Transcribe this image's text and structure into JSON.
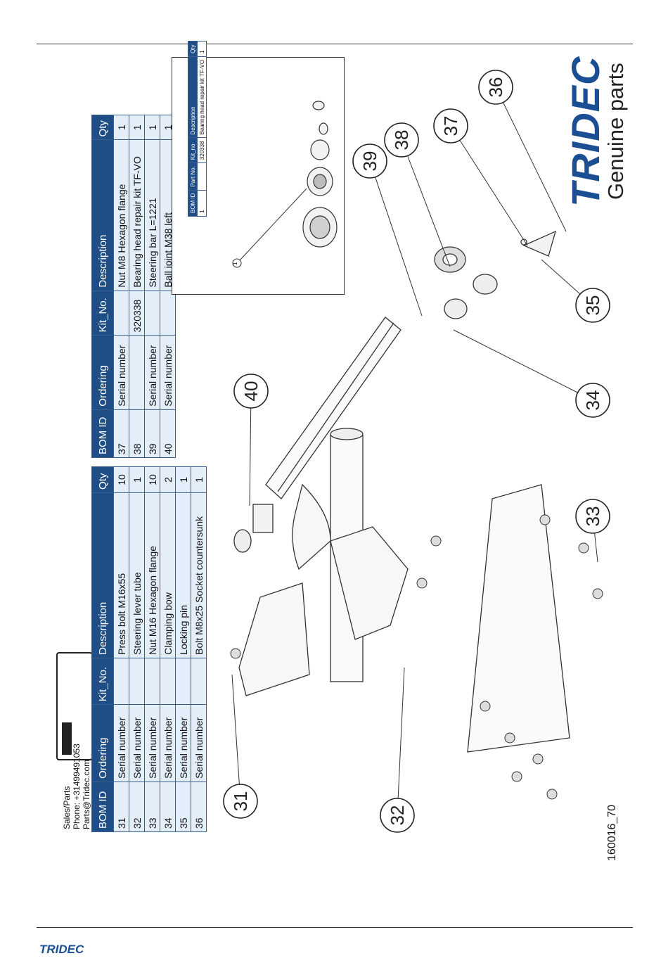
{
  "contact": {
    "line1": "Sales/Parts",
    "line2": "Phone: +31499491053",
    "line3": "Parts@Tridec.com"
  },
  "brand": {
    "logo": "TRIDEC",
    "tagline": "Genuine parts",
    "footer_logo": "TRIDEC",
    "color": "#1a4f93"
  },
  "figure_code": "160016_70",
  "table_left": {
    "headers": [
      "BOM ID",
      "Ordering",
      "Kit_No.",
      "Description",
      "Qty"
    ],
    "rows": [
      [
        "31",
        "Serial number",
        "",
        "Press bolt M16x55",
        "10"
      ],
      [
        "32",
        "Serial number",
        "",
        "Steering lever tube",
        "1"
      ],
      [
        "33",
        "Serial number",
        "",
        "Nut M16 Hexagon flange",
        "10"
      ],
      [
        "34",
        "Serial number",
        "",
        "Clamping bow",
        "2"
      ],
      [
        "35",
        "Serial number",
        "",
        "Locking pin",
        "1"
      ],
      [
        "36",
        "Serial number",
        "",
        "Bolt M8x25 Socket countersunk",
        "1"
      ]
    ]
  },
  "table_right": {
    "headers": [
      "BOM ID",
      "Ordering",
      "Kit_No.",
      "Description",
      "Qty"
    ],
    "rows": [
      [
        "37",
        "Serial number",
        "",
        "Nut M8 Hexagon flange",
        "1"
      ],
      [
        "38",
        "",
        "320338",
        "Bearing head repair kit TF-VO",
        "1"
      ],
      [
        "39",
        "Serial number",
        "",
        "Steering bar L=1221",
        "1"
      ],
      [
        "40",
        "Serial number",
        "",
        "Ball joint M38 left",
        "1"
      ]
    ]
  },
  "kit_inset": {
    "headers": [
      "BOM ID",
      "Part No.",
      "Kit_no",
      "Description",
      "Qty"
    ],
    "row": [
      "1",
      "",
      "320338",
      "Bearing head repair kit TF-VO",
      "1"
    ],
    "balloon": "1"
  },
  "balloons": [
    "31",
    "32",
    "33",
    "34",
    "35",
    "36",
    "37",
    "38",
    "39",
    "40"
  ]
}
